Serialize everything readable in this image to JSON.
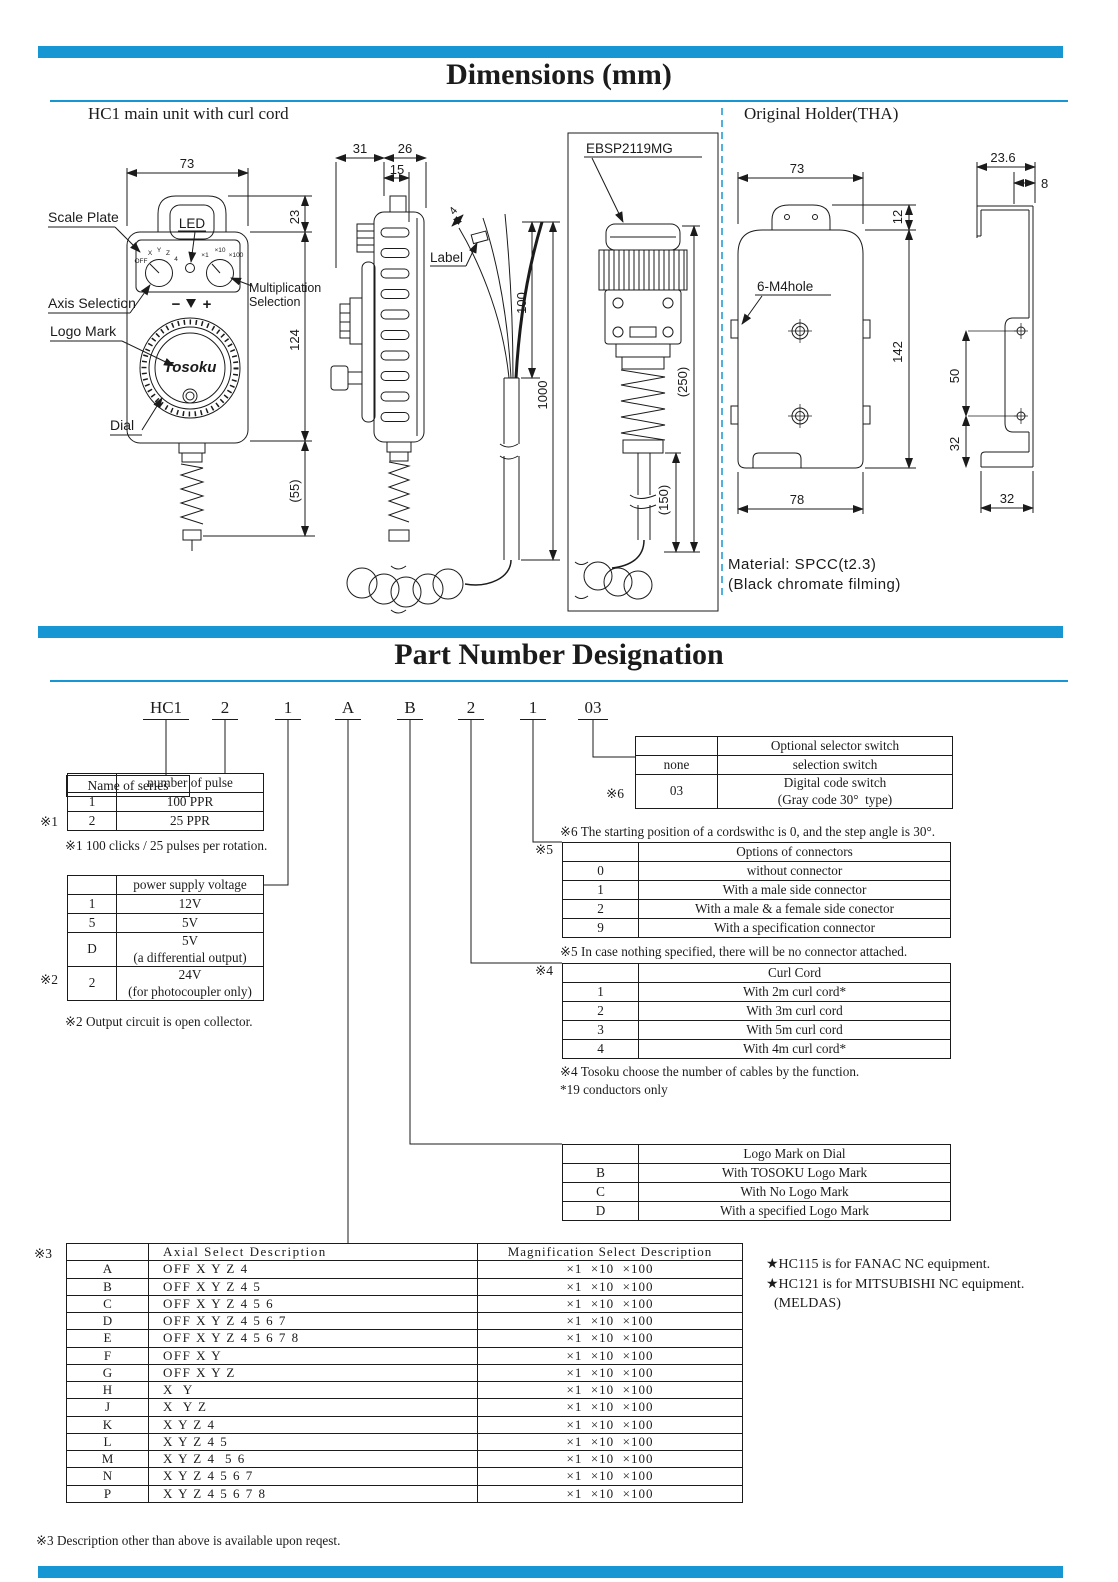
{
  "page": {
    "title1": "Dimensions (mm)",
    "title2": "Part Number Designation",
    "accent": "#1697d4"
  },
  "drawings": {
    "front_caption": "HC1 main unit with curl cord",
    "holder_caption": "Original Holder(THA)",
    "front": {
      "dim_w": "73",
      "dim_handle": "23",
      "dim_h": "124",
      "dim_tail": "(55)",
      "scale_plate": "Scale Plate",
      "led": "LED",
      "axis_selection": "Axis Selection",
      "logo_mark": "Logo Mark",
      "dial": "Dial",
      "mult1": "Multiplication",
      "mult2": "Selection",
      "brand": "Tosoku",
      "minus": "−",
      "plus": "+",
      "axis_marks": [
        "OFF",
        "X",
        "Y",
        "Z",
        "4"
      ],
      "mag_marks": [
        "×1",
        "×10",
        "×100"
      ]
    },
    "side": {
      "dim_a": "31",
      "dim_b": "26",
      "dim_c": "15"
    },
    "cable": {
      "dim_tip": "4",
      "label": "Label",
      "dim_100": "100",
      "dim_1000": "1000"
    },
    "connector": {
      "name": "EBSP2119MG",
      "dim_250": "(250)",
      "dim_150": "(150)"
    },
    "holder": {
      "dim_w": "73",
      "dim_top": "12",
      "dim_h": "142",
      "dim_bottom": "78",
      "hole_label": "6-M4hole",
      "dim_236": "23.6",
      "dim_8": "8",
      "dim_50": "50",
      "dim_32v": "32",
      "dim_32h": "32"
    },
    "material1": "Material: SPCC(t2.3)",
    "material2": "(Black chromate filming)"
  },
  "part_number": {
    "segments": [
      "HC1",
      "2",
      "1",
      "A",
      "B",
      "2",
      "1",
      "03"
    ],
    "series_label": "Name of series"
  },
  "tables": {
    "pulse": {
      "marker": "※1",
      "rows": [
        [
          "",
          "number of pulse"
        ],
        [
          "1",
          "100 PPR"
        ],
        [
          "2",
          "25 PPR"
        ]
      ],
      "note": "※1 100 clicks / 25 pulses per rotation."
    },
    "voltage": {
      "marker": "※2",
      "rows": [
        [
          "",
          "power supply voltage"
        ],
        [
          "1",
          "12V"
        ],
        [
          "5",
          "5V"
        ],
        [
          "D",
          "5V\n(a differential output)"
        ],
        [
          "2",
          "24V\n(for photocoupler only)"
        ]
      ],
      "note": "※2 Output circuit is open collector."
    },
    "selector": {
      "marker": "※6",
      "rows": [
        [
          "",
          "Optional selector switch"
        ],
        [
          "none",
          "selection switch"
        ],
        [
          "03",
          "Digital code switch\n(Gray code 30°  type)"
        ]
      ],
      "note": "※6 The starting position of a cordswithc is 0, and the step angle is 30°."
    },
    "connectors": {
      "marker": "※5",
      "rows": [
        [
          "",
          "Options of connectors"
        ],
        [
          "0",
          "without connector"
        ],
        [
          "1",
          "With a male side connector"
        ],
        [
          "2",
          "With a male & a female side conector"
        ],
        [
          "9",
          "With a specification connector"
        ]
      ],
      "note": "※5 In case nothing specified, there will be no connector attached."
    },
    "curl": {
      "marker": "※4",
      "rows": [
        [
          "",
          "Curl Cord"
        ],
        [
          "1",
          "With 2m curl cord*"
        ],
        [
          "2",
          "With 3m curl cord"
        ],
        [
          "3",
          "With 5m curl cord"
        ],
        [
          "4",
          "With 4m curl cord*"
        ]
      ],
      "notes": [
        "※4 Tosoku choose the number of cables by the function.",
        "*19 conductors only"
      ]
    },
    "logo": {
      "rows": [
        [
          "",
          "Logo Mark on Dial"
        ],
        [
          "B",
          "With TOSOKU Logo Mark"
        ],
        [
          "C",
          "With No Logo Mark"
        ],
        [
          "D",
          "With a specified Logo Mark"
        ]
      ]
    },
    "axial": {
      "marker": "※3",
      "rows": [
        [
          "",
          "Axial Select Description",
          "Magnification Select Description"
        ],
        [
          "A",
          "OFF X Y Z 4",
          "×1  ×10  ×100"
        ],
        [
          "B",
          "OFF X Y Z 4 5",
          "×1  ×10  ×100"
        ],
        [
          "C",
          "OFF X Y Z 4 5 6",
          "×1  ×10  ×100"
        ],
        [
          "D",
          "OFF X Y Z 4 5 6 7",
          "×1  ×10  ×100"
        ],
        [
          "E",
          "OFF X Y Z 4 5 6 7 8",
          "×1  ×10  ×100"
        ],
        [
          "F",
          "OFF X Y",
          "×1  ×10  ×100"
        ],
        [
          "G",
          "OFF X Y Z",
          "×1  ×10  ×100"
        ],
        [
          "H",
          "X  Y",
          "×1  ×10  ×100"
        ],
        [
          "J",
          "X  Y Z",
          "×1  ×10  ×100"
        ],
        [
          "K",
          "X Y Z 4",
          "×1  ×10  ×100"
        ],
        [
          "L",
          "X Y Z 4 5",
          "×1  ×10  ×100"
        ],
        [
          "M",
          "X Y Z 4  5 6",
          "×1  ×10  ×100"
        ],
        [
          "N",
          "X Y Z 4 5 6 7",
          "×1  ×10  ×100"
        ],
        [
          "P",
          "X Y Z 4 5 6 7 8",
          "×1  ×10  ×100"
        ]
      ],
      "note": "※3 Description other than above is available upon reqest."
    }
  },
  "footnotes": {
    "star1": "★HC115 is for FANAC NC equipment.",
    "star2": "★HC121 is for MITSUBISHI NC equipment.",
    "star3": "(MELDAS)"
  }
}
